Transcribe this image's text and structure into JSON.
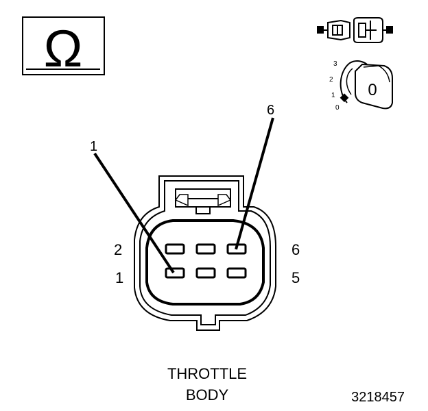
{
  "ohm_symbol": "Ω",
  "key_switch": {
    "positions": [
      "3",
      "2",
      "1",
      "0"
    ],
    "key_label": "0"
  },
  "callouts": {
    "pin_1": "1",
    "pin_6": "6"
  },
  "connector": {
    "left_labels": [
      "2",
      "1"
    ],
    "right_labels": [
      "6",
      "5"
    ]
  },
  "title_line1": "THROTTLE",
  "title_line2": "BODY",
  "figure_number": "3218457"
}
